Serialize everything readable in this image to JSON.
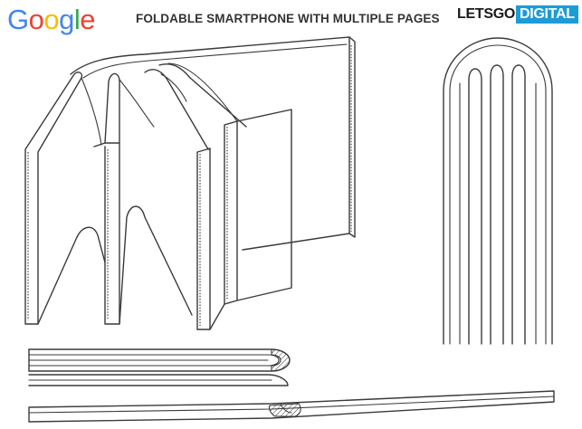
{
  "header": {
    "logo_letters": [
      "G",
      "o",
      "o",
      "g",
      "l",
      "e"
    ],
    "logo_colors": [
      "#4285F4",
      "#EA4335",
      "#FBBC05",
      "#4285F4",
      "#34A853",
      "#EA4335"
    ],
    "title": "FOLDABLE SMARTPHONE WITH MULTIPLE PAGES",
    "brand_part_a": "LETSGO",
    "brand_part_b": "DIGITAL",
    "brand_accent_color": "#1d9bd7"
  },
  "figures": [
    {
      "name": "perspective-view-of-multi-page-foldable"
    },
    {
      "name": "front-view-with-folded-pages"
    },
    {
      "name": "side-section-folded"
    },
    {
      "name": "side-section-unfolded"
    }
  ]
}
